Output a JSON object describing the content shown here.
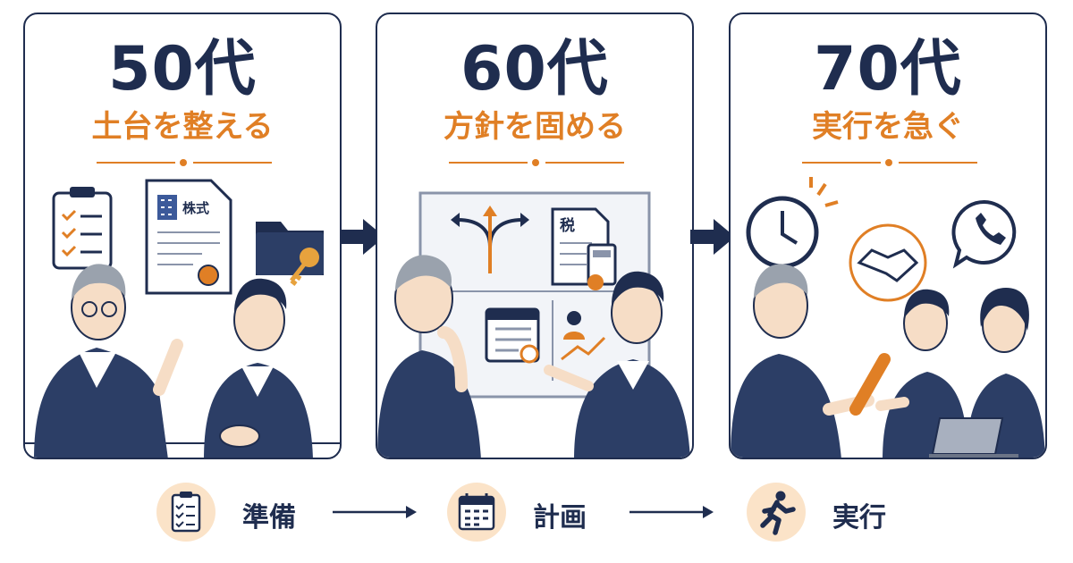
{
  "panels": [
    {
      "age": "50代",
      "stage": "土台を整える",
      "doc_label": "株式"
    },
    {
      "age": "60代",
      "stage": "方針を固める",
      "doc_label": "税"
    },
    {
      "age": "70代",
      "stage": "実行を急ぐ"
    }
  ],
  "steps": [
    {
      "label": "準備",
      "icon": "clipboard-checklist-icon"
    },
    {
      "label": "計画",
      "icon": "calendar-icon"
    },
    {
      "label": "実行",
      "icon": "running-person-icon"
    }
  ],
  "colors": {
    "navy": "#1f2d4f",
    "orange": "#e07f25",
    "peach": "#fbe3c8"
  }
}
